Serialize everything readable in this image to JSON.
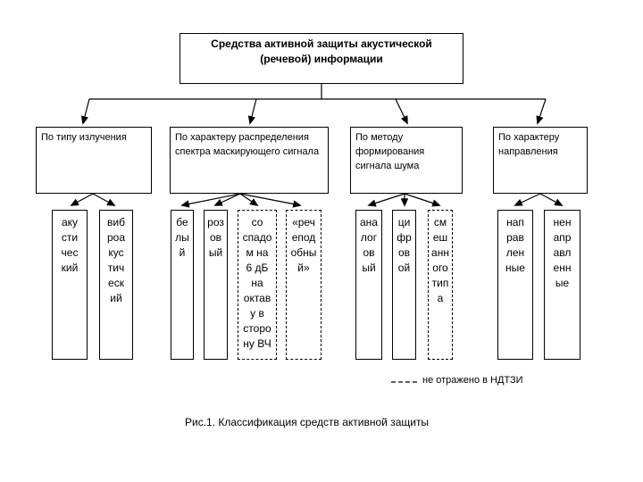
{
  "root": {
    "title": "Средства активной защиты акустической\n(речевой) информации"
  },
  "categories": [
    {
      "label": "По типу излучения",
      "children": [
        {
          "text": "аку\nсти\nчес\nкий",
          "style": "solid"
        },
        {
          "text": "виб\nроа\nкус\nтич\nеск\nий",
          "style": "solid"
        }
      ]
    },
    {
      "label": "По характеру распределения спектра маскирующего сигнала",
      "children": [
        {
          "text": "бе\nлы\nй",
          "style": "solid"
        },
        {
          "text": "роз\nов\nый",
          "style": "solid"
        },
        {
          "text": "со\nспадо\nм на\n6 дБ\nна\nоктав\nу в\nсторо\nну ВЧ",
          "style": "dashed"
        },
        {
          "text": "«реч\nепод\nобны\nй»",
          "style": "dashed"
        }
      ]
    },
    {
      "label": "По методу формирования сигнала шума",
      "children": [
        {
          "text": "ана\nлог\nов\nый",
          "style": "solid"
        },
        {
          "text": "ци\nфр\nов\nой",
          "style": "solid"
        },
        {
          "text": "см\nеш\nанн\nого\nтип\nа",
          "style": "dashed"
        }
      ]
    },
    {
      "label": "По характеру направления",
      "children": [
        {
          "text": "нап\nрав\nлен\nные",
          "style": "solid"
        },
        {
          "text": "нен\nапр\nавл\nенн\nые",
          "style": "solid"
        }
      ]
    }
  ],
  "legend": {
    "label": "не отражено в НДТЗИ"
  },
  "caption": "Рис.1. Классификация средств активной защиты",
  "colors": {
    "line": "#000000",
    "background": "#ffffff",
    "text": "#000000"
  }
}
